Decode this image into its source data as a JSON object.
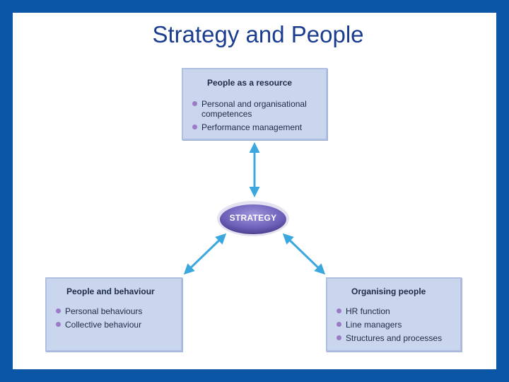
{
  "title": "Strategy and People",
  "center": {
    "label": "STRATEGY"
  },
  "boxes": {
    "top": {
      "title": "People as a resource",
      "items": [
        "Personal and organisational competences",
        "Performance management"
      ]
    },
    "left": {
      "title": "People and behaviour",
      "items": [
        "Personal behaviours",
        "Collective behaviour"
      ]
    },
    "right": {
      "title": "Organising people",
      "items": [
        "HR function",
        "Line managers",
        "Structures and processes"
      ]
    }
  },
  "colors": {
    "background": "#0b56a5",
    "box_fill": "#c9d6ee",
    "bullet": "#9b7bc6",
    "arrow": "#3aa7de",
    "ellipse": "#6b5fb8"
  }
}
